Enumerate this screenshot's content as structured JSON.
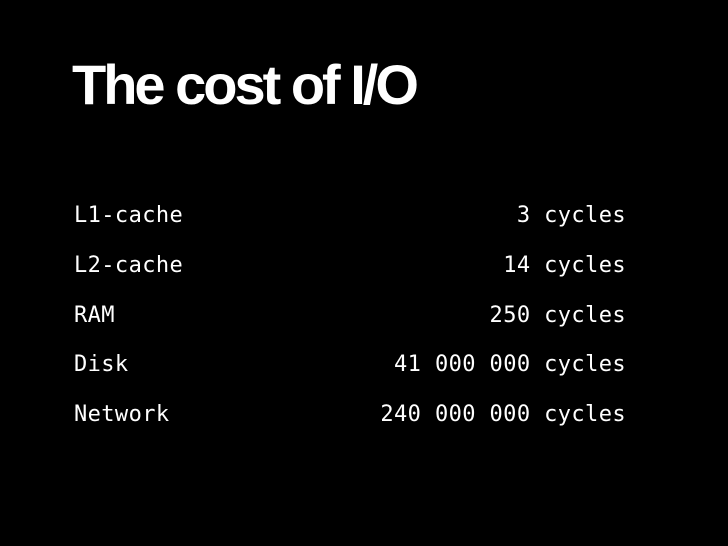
{
  "slide": {
    "title": "The cost of I/O",
    "background_color": "#000000",
    "text_color": "#ffffff",
    "rows": [
      {
        "label": "L1-cache",
        "value": "3 cycles"
      },
      {
        "label": "L2-cache",
        "value": "14 cycles"
      },
      {
        "label": "RAM",
        "value": "250 cycles"
      },
      {
        "label": "Disk",
        "value": "41 000 000 cycles"
      },
      {
        "label": "Network",
        "value": "240 000 000 cycles"
      }
    ]
  }
}
